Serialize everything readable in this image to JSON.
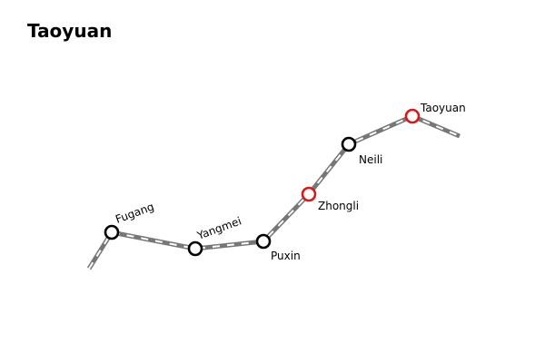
{
  "title": "Taoyuan",
  "colors": {
    "rail": "#777777",
    "rail_dash": "#ffffff",
    "station_normal": "#000000",
    "station_highlight": "#d7191c"
  },
  "stations": [
    {
      "name": "Fugang",
      "highlight": false
    },
    {
      "name": "Yangmei",
      "highlight": false
    },
    {
      "name": "Puxin",
      "highlight": false
    },
    {
      "name": "Zhongli",
      "highlight": true
    },
    {
      "name": "Neili",
      "highlight": false
    },
    {
      "name": "Taoyuan",
      "highlight": true
    }
  ]
}
